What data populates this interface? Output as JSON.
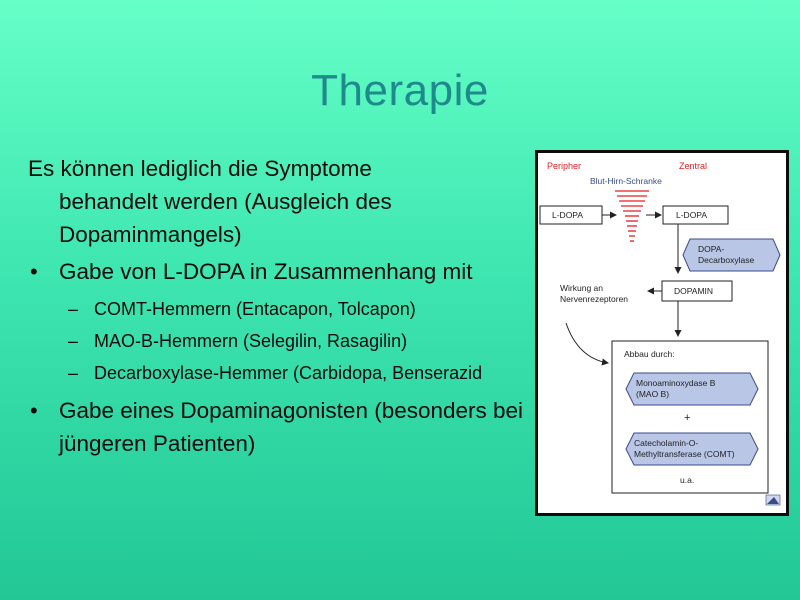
{
  "slide": {
    "title": "Therapie",
    "bullets": [
      {
        "text_line1": "Es können lediglich die Symptome",
        "text_rest": "behandelt werden (Ausgleich des Dopaminmangels)"
      },
      {
        "text": "Gabe von L-DOPA in Zusammenhang mit",
        "sub": [
          "COMT-Hemmern (Entacapon, Tolcapon)",
          "MAO-B-Hemmern (Selegilin, Rasagilin)",
          "Decarboxylase-Hemmer (Carbidopa, Benserazid"
        ]
      },
      {
        "text": "Gabe eines Dopaminagonisten (besonders bei jüngeren Patienten)"
      }
    ],
    "bullet_glyph": "•",
    "sub_glyph": "–"
  },
  "figure": {
    "peripher": "Peripher",
    "zentral": "Zentral",
    "barrier": "Blut-Hirn-Schranke",
    "ldopa_left": "L-DOPA",
    "ldopa_right": "L-DOPA",
    "decarb_1": "DOPA-",
    "decarb_2": "Decarboxylase",
    "wirkung_1": "Wirkung an",
    "wirkung_2": "Nervenrezeptoren",
    "dopamin": "DOPAMIN",
    "abbau": "Abbau durch:",
    "mao_1": "Monoaminoxydase B",
    "mao_2": "(MAO B)",
    "plus": "+",
    "comt_1": "Catecholamin-O-",
    "comt_2": "Methyltransferase (COMT)",
    "ua": "u.a.",
    "colors": {
      "red": "#e31e24",
      "blue_fill": "#b9c6e6",
      "blue_text": "#3a4b8c"
    }
  }
}
